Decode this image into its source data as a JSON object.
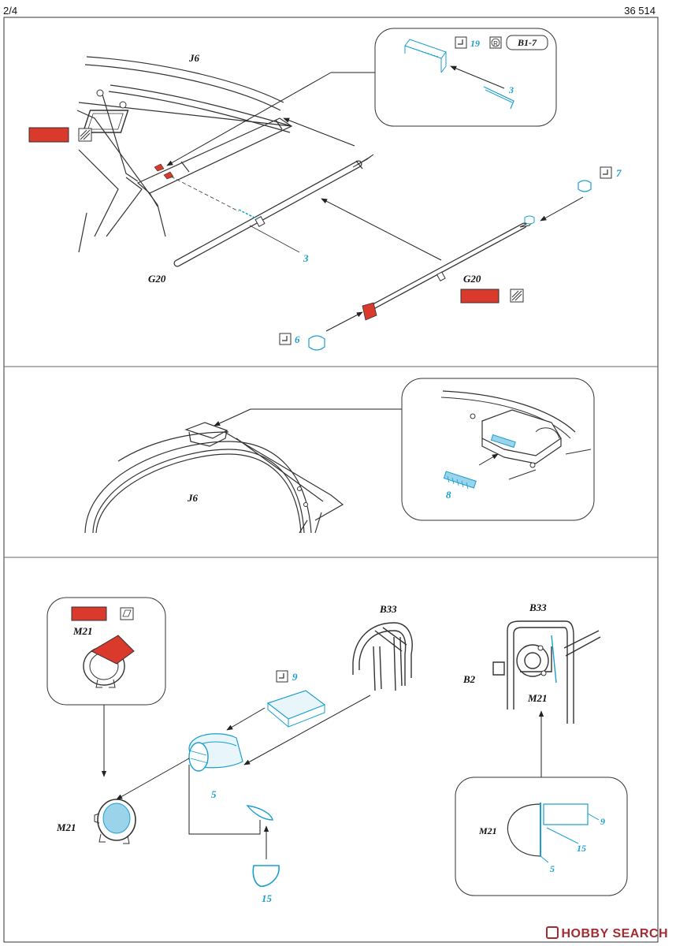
{
  "header": {
    "page": "2/4",
    "set_number": "36 514"
  },
  "colors": {
    "red": "#d93a2b",
    "blue": "#1a9fd0",
    "ink": "#222222",
    "watermark": "#a32c32"
  },
  "section1": {
    "part_j6": "J6",
    "part_g20_left": "G20",
    "part_g20_right": "G20",
    "pe_3_main": "3",
    "pe_7": "7",
    "pe_6": "6",
    "inset_pe_19": "19",
    "inset_pe_3": "3",
    "inset_ref": "B1-7",
    "inset_r_mark": "R"
  },
  "section2": {
    "part_j6": "J6",
    "pe_8": "8"
  },
  "section3": {
    "m21_inset": "M21",
    "m21_main": "M21",
    "b33_left": "B33",
    "b33_right": "B33",
    "b2": "B2",
    "m21_right": "M21",
    "pe_9": "9",
    "pe_5": "5",
    "pe_15": "15",
    "inset_m21": "M21",
    "inset_pe_9": "9",
    "inset_pe_15": "15",
    "inset_pe_5": "5"
  },
  "watermark": "HOBBY SEARCH"
}
